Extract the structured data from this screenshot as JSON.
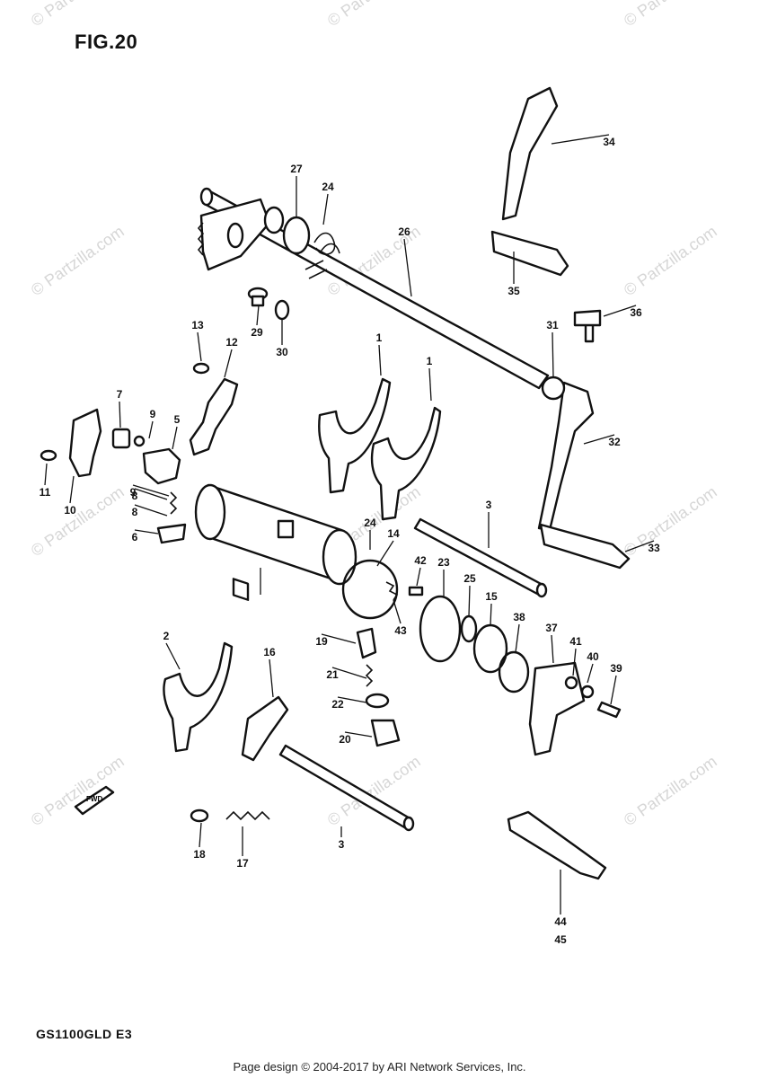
{
  "figure": {
    "title": "FIG.20",
    "model": "GS1100GLD E3"
  },
  "footer": {
    "copyright": "Page design © 2004-2017 by ARI Network Services, Inc."
  },
  "watermark": {
    "text": "© Partzilla.com"
  },
  "fwd_label": "FWD",
  "callouts": [
    {
      "label": "1"
    },
    {
      "label": "1"
    },
    {
      "label": "2"
    },
    {
      "label": "3"
    },
    {
      "label": "3"
    },
    {
      "label": "5"
    },
    {
      "label": "6"
    },
    {
      "label": "7"
    },
    {
      "label": "8"
    },
    {
      "label": "8"
    },
    {
      "label": "9"
    },
    {
      "label": "9"
    },
    {
      "label": "10"
    },
    {
      "label": "11"
    },
    {
      "label": "12"
    },
    {
      "label": "13"
    },
    {
      "label": "14"
    },
    {
      "label": "15"
    },
    {
      "label": "16"
    },
    {
      "label": "17"
    },
    {
      "label": "18"
    },
    {
      "label": "19"
    },
    {
      "label": "20"
    },
    {
      "label": "21"
    },
    {
      "label": "22"
    },
    {
      "label": "23"
    },
    {
      "label": "24"
    },
    {
      "label": "24"
    },
    {
      "label": "25"
    },
    {
      "label": "26"
    },
    {
      "label": "27"
    },
    {
      "label": "29"
    },
    {
      "label": "30"
    },
    {
      "label": "31"
    },
    {
      "label": "32"
    },
    {
      "label": "33"
    },
    {
      "label": "34"
    },
    {
      "label": "35"
    },
    {
      "label": "36"
    },
    {
      "label": "37"
    },
    {
      "label": "38"
    },
    {
      "label": "39"
    },
    {
      "label": "40"
    },
    {
      "label": "41"
    },
    {
      "label": "42"
    },
    {
      "label": "43"
    },
    {
      "label": "44"
    },
    {
      "label": "45"
    }
  ]
}
